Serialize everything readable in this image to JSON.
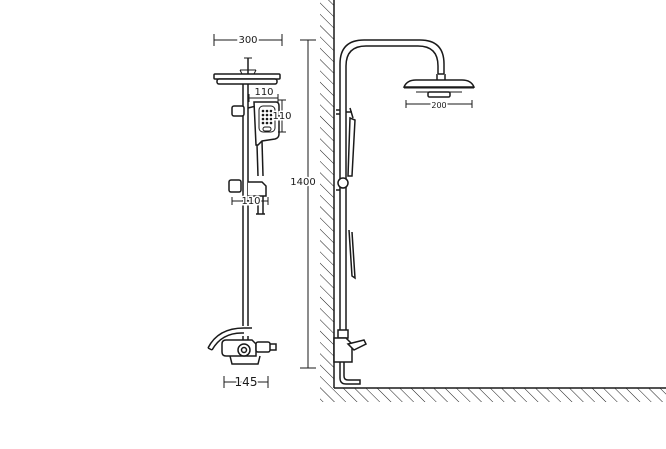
{
  "drawing": {
    "dims": {
      "head_width_front": "300",
      "handset_width": "110",
      "handset_height": "110",
      "mixer_width": "110",
      "total_height": "1400",
      "spout_width": "145",
      "head_width_side": "200"
    }
  },
  "colors": {
    "line": "#1a1a1a",
    "background": "#ffffff"
  }
}
